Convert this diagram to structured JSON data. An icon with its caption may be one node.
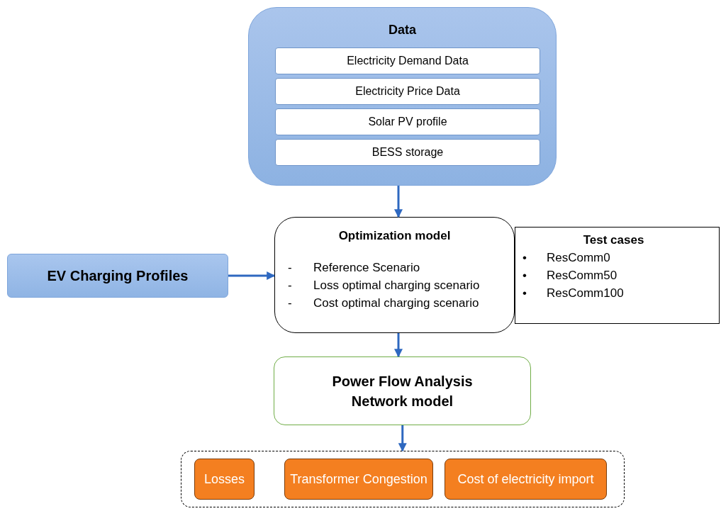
{
  "diagram": {
    "nodes": [
      {
        "text": [
          "Data"
        ]
      },
      {
        "text": [
          "Electricity Demand Data"
        ],
        "in": 0
      },
      {
        "text": [
          "Electricity Price Data"
        ],
        "in": 0
      },
      {
        "text": [
          "Solar PV profile"
        ],
        "in": 0
      },
      {
        "text": [
          "BESS storage"
        ],
        "in": 0
      },
      {
        "text": [
          "EV Charging Profiles"
        ]
      },
      {
        "text": [
          "Optimization model",
          "-\tReference Scenario",
          "-\tLoss optimal charging scenario",
          "-\tCost optimal charging scenario"
        ]
      },
      {
        "text": [
          "Test cases",
          "•\tResComm0",
          "•\tResComm50",
          "•\tResComm100"
        ]
      },
      {
        "text": [
          "Power Flow Analysis",
          "Network model"
        ]
      },
      {
        "text": [],
        "shape": "box"
      },
      {
        "text": [
          "Losses"
        ],
        "in": 9
      },
      {
        "text": [
          "Transformer Congestion"
        ],
        "in": 9
      },
      {
        "text": [
          "Cost of electricity import"
        ],
        "in": 9
      }
    ],
    "edges": [
      {
        "from": 0,
        "to": 6,
        "arrow": "to"
      },
      {
        "from": 5,
        "to": 6,
        "arrow": "to"
      },
      {
        "from": 6,
        "to": 8,
        "arrow": "to"
      },
      {
        "from": 8,
        "to": 9,
        "arrow": "to"
      }
    ]
  }
}
